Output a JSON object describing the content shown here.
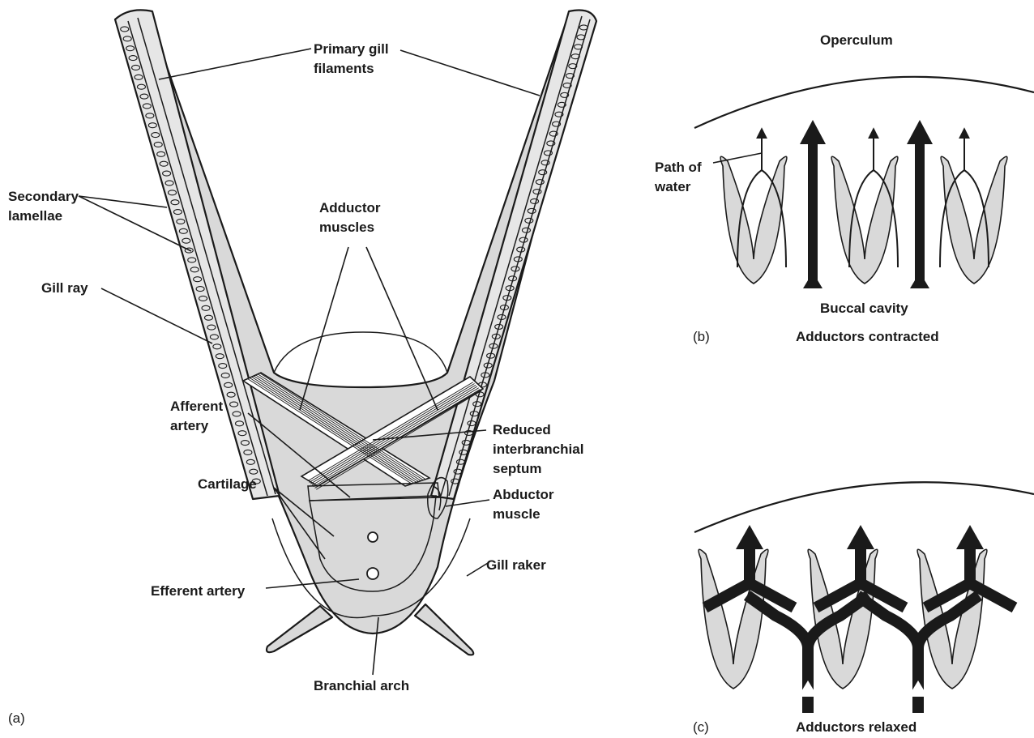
{
  "colors": {
    "tissue": "#d9d9d9",
    "ink": "#1a1a1a",
    "background": "#ffffff"
  },
  "panel_a": {
    "panel_label": "(a)",
    "primary_gill_filaments": [
      "Primary gill",
      "filaments"
    ],
    "secondary_lamellae": [
      "Secondary",
      "lamellae"
    ],
    "gill_ray": "Gill ray",
    "adductor_muscles": [
      "Adductor",
      "muscles"
    ],
    "afferent_artery": [
      "Afferent",
      "artery"
    ],
    "reduced_septum": [
      "Reduced",
      "interbranchial",
      "septum"
    ],
    "cartilage": "Cartilage",
    "abductor_muscle": [
      "Abductor",
      "muscle"
    ],
    "efferent_artery": "Efferent artery",
    "gill_raker": "Gill raker",
    "branchial_arch": "Branchial arch"
  },
  "panel_b": {
    "panel_label": "(b)",
    "operculum": "Operculum",
    "path_of_water": [
      "Path of",
      "water"
    ],
    "buccal_cavity": "Buccal cavity",
    "caption": "Adductors contracted"
  },
  "panel_c": {
    "panel_label": "(c)",
    "caption": "Adductors relaxed"
  }
}
